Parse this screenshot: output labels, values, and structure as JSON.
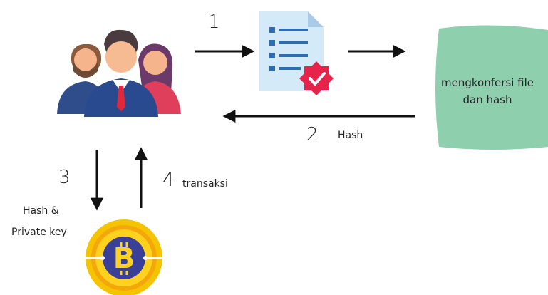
{
  "steps": {
    "s1": {
      "number": "1"
    },
    "s2": {
      "number": "2",
      "label": "Hash"
    },
    "s3": {
      "number": "3",
      "label_line1": "Hash &",
      "label_line2": "Private key"
    },
    "s4": {
      "number": "4",
      "label": "transaksi"
    }
  },
  "verifier_box": {
    "line1": "mengkonfersi file",
    "line2": "dan hash",
    "color": "#8ecfae"
  },
  "icons": {
    "users": "users-group-icon",
    "document": "verified-document-icon",
    "blockchain": "bitcoin-coin-icon"
  },
  "colors": {
    "arrow": "#111111",
    "doc": "#d4eaf8",
    "doc_lines": "#2e6db4",
    "badge": "#e6244b",
    "coin_outer": "#f6c300",
    "coin_inner": "#3a3f98"
  }
}
